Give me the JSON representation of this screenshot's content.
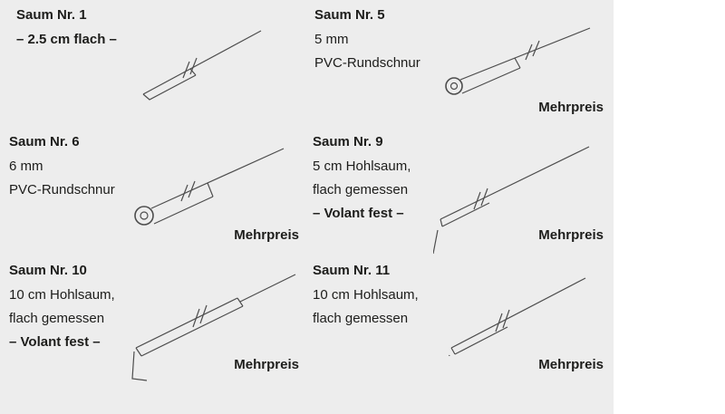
{
  "page": {
    "background_color": "#ededed",
    "right_panel_color": "#ffffff",
    "text_color": "#1d1d1b",
    "drawing_stroke_color": "#4d4d4d"
  },
  "cells": [
    {
      "title": "Saum Nr. 1",
      "note": "– 2.5 cm flach –",
      "diagram": "flat-seam-drawing"
    },
    {
      "title": "Saum Nr. 5",
      "lines": [
        "5 mm",
        "PVC-Rundschnur"
      ],
      "mehrpreis": "Mehrpreis",
      "diagram": "seam-with-pvc-cord-drawing"
    },
    {
      "title": "Saum Nr. 6",
      "lines": [
        "6 mm",
        "PVC-Rundschnur"
      ],
      "mehrpreis": "Mehrpreis",
      "diagram": "seam-with-pvc-cord-drawing"
    },
    {
      "title": "Saum Nr. 9",
      "lines": [
        "5 cm Hohlsaum,",
        "flach gemessen"
      ],
      "note": "– Volant fest –",
      "mehrpreis": "Mehrpreis",
      "diagram": "hollow-seam-with-valance-drawing"
    },
    {
      "title": "Saum Nr. 10",
      "lines": [
        "10 cm Hohlsaum,",
        "flach gemessen"
      ],
      "note": "– Volant fest –",
      "mehrpreis": "Mehrpreis",
      "diagram": "hollow-seam-with-valance-drawing"
    },
    {
      "title": "Saum Nr. 11",
      "lines": [
        "10 cm Hohlsaum,",
        "flach gemessen"
      ],
      "mehrpreis": "Mehrpreis",
      "diagram": "hollow-seam-drawing"
    }
  ]
}
